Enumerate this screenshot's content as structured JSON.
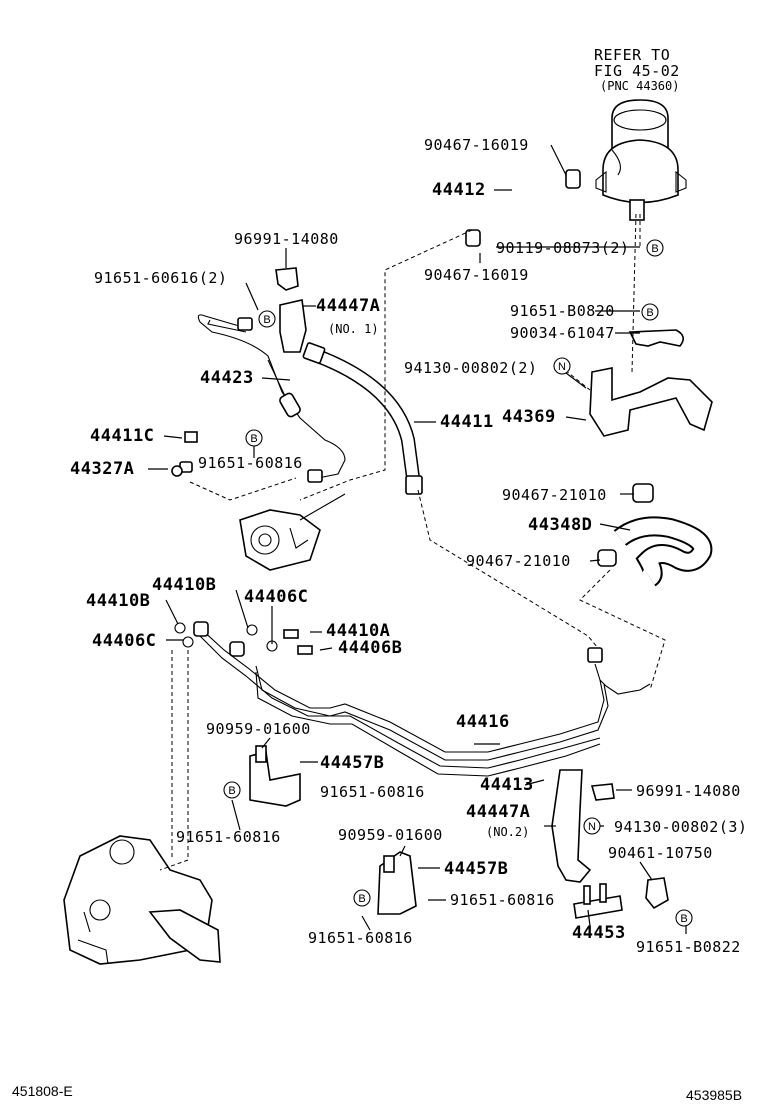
{
  "refer_note": {
    "line1": "REFER TO",
    "line2": "FIG 45-02",
    "line3": "(PNC 44360)"
  },
  "labels": {
    "p90467_16019_a": "90467-16019",
    "p44412": "44412",
    "p96991_14080_a": "96991-14080",
    "p90119_08873": "90119-08873(2)",
    "p90467_16019_b": "90467-16019",
    "p91651_60616": "91651-60616(2)",
    "p44447A_1": "44447A",
    "no1": "(NO. 1)",
    "p91651_B0820": "91651-B0820",
    "p90034_61047": "90034-61047",
    "p44423": "44423",
    "p94130_00802_a": "94130-00802(2)",
    "p44411": "44411",
    "p44369": "44369",
    "p44411C": "44411C",
    "p91651_60816_a": "91651-60816",
    "p44327A": "44327A",
    "p90467_21010_a": "90467-21010",
    "p44348D": "44348D",
    "p90467_21010_b": "90467-21010",
    "p44410B_a": "44410B",
    "p44406C_a": "44406C",
    "p44410B_b": "44410B",
    "p44410A": "44410A",
    "p44406C_b": "44406C",
    "p44406B": "44406B",
    "p44416": "44416",
    "p90959_01600_a": "90959-01600",
    "p44457B_a": "44457B",
    "p44413": "44413",
    "p91651_60816_b": "91651-60816",
    "p96991_14080_b": "96991-14080",
    "p44447A_2": "44447A",
    "no2": "(NO.2)",
    "p91651_60816_c": "91651-60816",
    "p94130_00802_b": "94130-00802(3)",
    "p90959_01600_b": "90959-01600",
    "p90461_10750": "90461-10750",
    "p44457B_b": "44457B",
    "p91651_60816_d": "91651-60816",
    "p44453": "44453",
    "p91651_60816_e": "91651-60816",
    "p91651_B0822": "91651-B0822"
  },
  "markers": {
    "b": "B",
    "n": "N"
  },
  "footer": {
    "left": "451808-E",
    "right": "453985B"
  }
}
